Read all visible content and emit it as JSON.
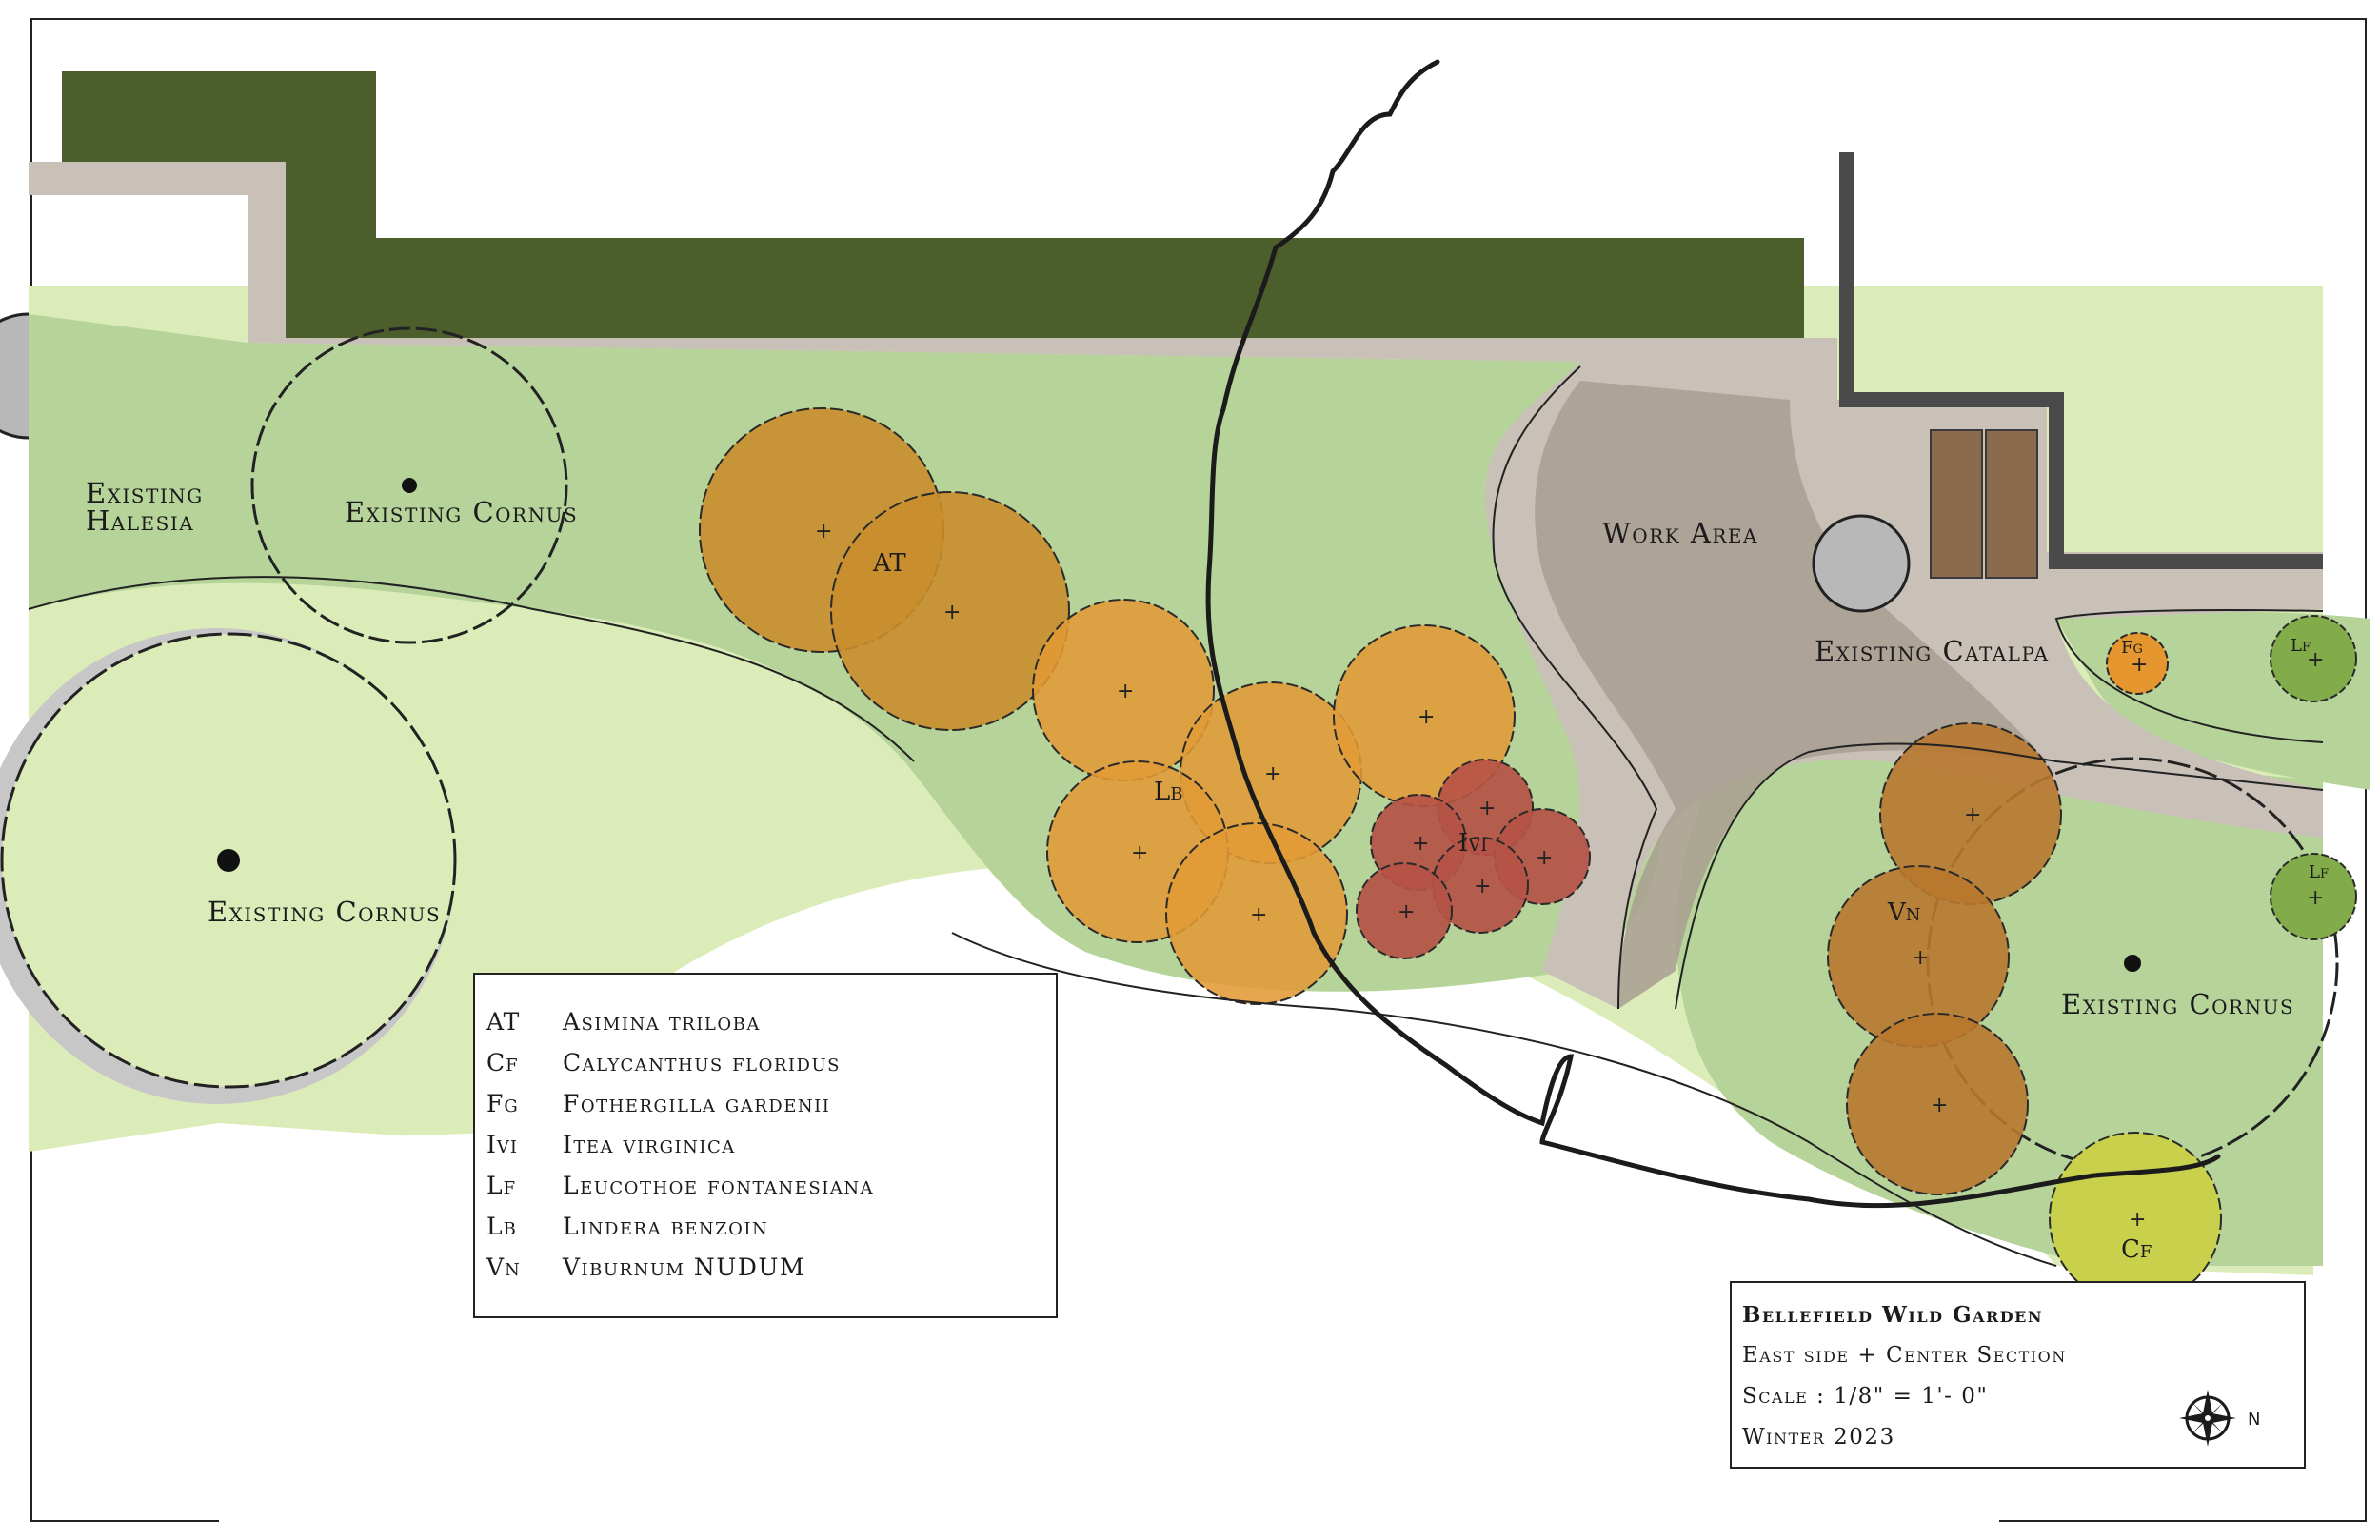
{
  "labels": {
    "existing_halesia": [
      "Existing",
      "Halesia"
    ],
    "existing_cornus_top": "Existing Cornus",
    "existing_cornus_left": "Existing Cornus",
    "existing_cornus_right": "Existing Cornus",
    "work_area": "Work Area",
    "existing_catalpa": "Existing Catalpa"
  },
  "plant_codes": {
    "at": "AT",
    "lb": "Lb",
    "ivi": "Ivi",
    "vn": "Vn",
    "fg": "Fg",
    "lf_top": "Lf",
    "lf_mid": "Lf",
    "cf": "Cf"
  },
  "legend": [
    {
      "code": "AT",
      "name": "Asimina triloba"
    },
    {
      "code": "Cf",
      "name": "Calycanthus floridus"
    },
    {
      "code": "Fg",
      "name": "Fothergilla gardenii"
    },
    {
      "code": "Ivi",
      "name": "Itea virginica"
    },
    {
      "code": "Lf",
      "name": "Leucothoe fontanesiana"
    },
    {
      "code": "Lb",
      "name": "Lindera benzoin"
    },
    {
      "code": "Vn",
      "name": "Viburnum NUDUM"
    }
  ],
  "title_block": {
    "title": "Bellefield Wild Garden",
    "subtitle": "East side + Center Section",
    "scale": "Scale : 1/8\" = 1'- 0\"",
    "date": "Winter 2023",
    "north": "N"
  },
  "colors": {
    "lawn_light": "#dbecb8",
    "groundcover": "#b6d49a",
    "hedge": "#4d5e2d",
    "path": "#c9c0b8",
    "work_area": "#a99d90",
    "asimina": "#c98d2c",
    "lindera": "#e19a35",
    "itea": "#b55246",
    "viburnum": "#b8782f",
    "fothergilla": "#e5962e",
    "leucothoe": "#82ab4a",
    "calycanthus": "#c8d04c",
    "border": "#222222"
  },
  "icons": {
    "compass": "compass-rose-icon"
  }
}
